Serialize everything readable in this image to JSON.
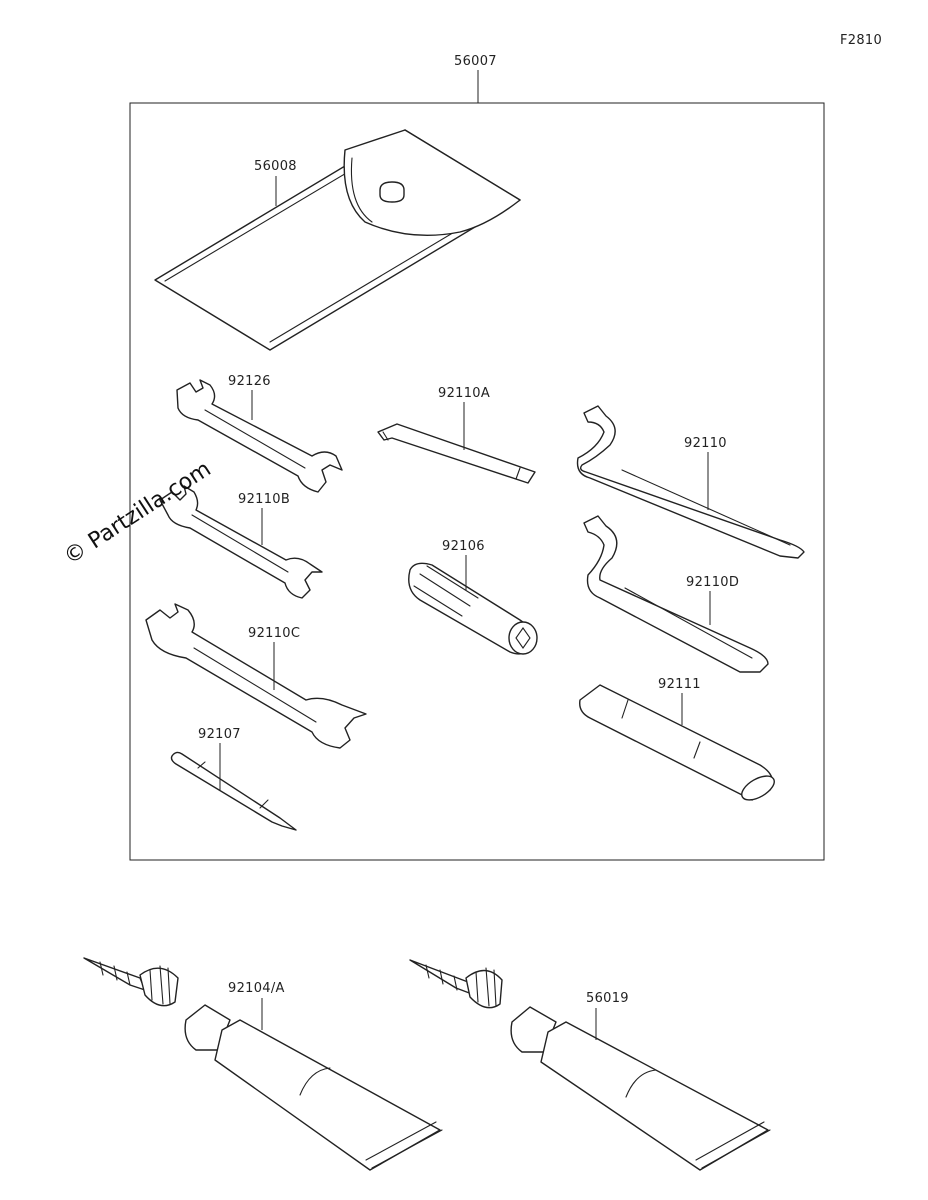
{
  "figure_code": "F2810",
  "watermark": "© Partzilla.com",
  "parts": {
    "kit": "56007",
    "case": "56008",
    "wrench_a": "92126",
    "hex_key": "92110A",
    "hook_wrench_a": "92110",
    "wrench_b": "92110B",
    "socket": "92106",
    "hook_wrench_b": "92110D",
    "wrench_c": "92110C",
    "handle": "92111",
    "screwdriver": "92107",
    "tube_a": "92104/A",
    "tube_b": "56019"
  }
}
